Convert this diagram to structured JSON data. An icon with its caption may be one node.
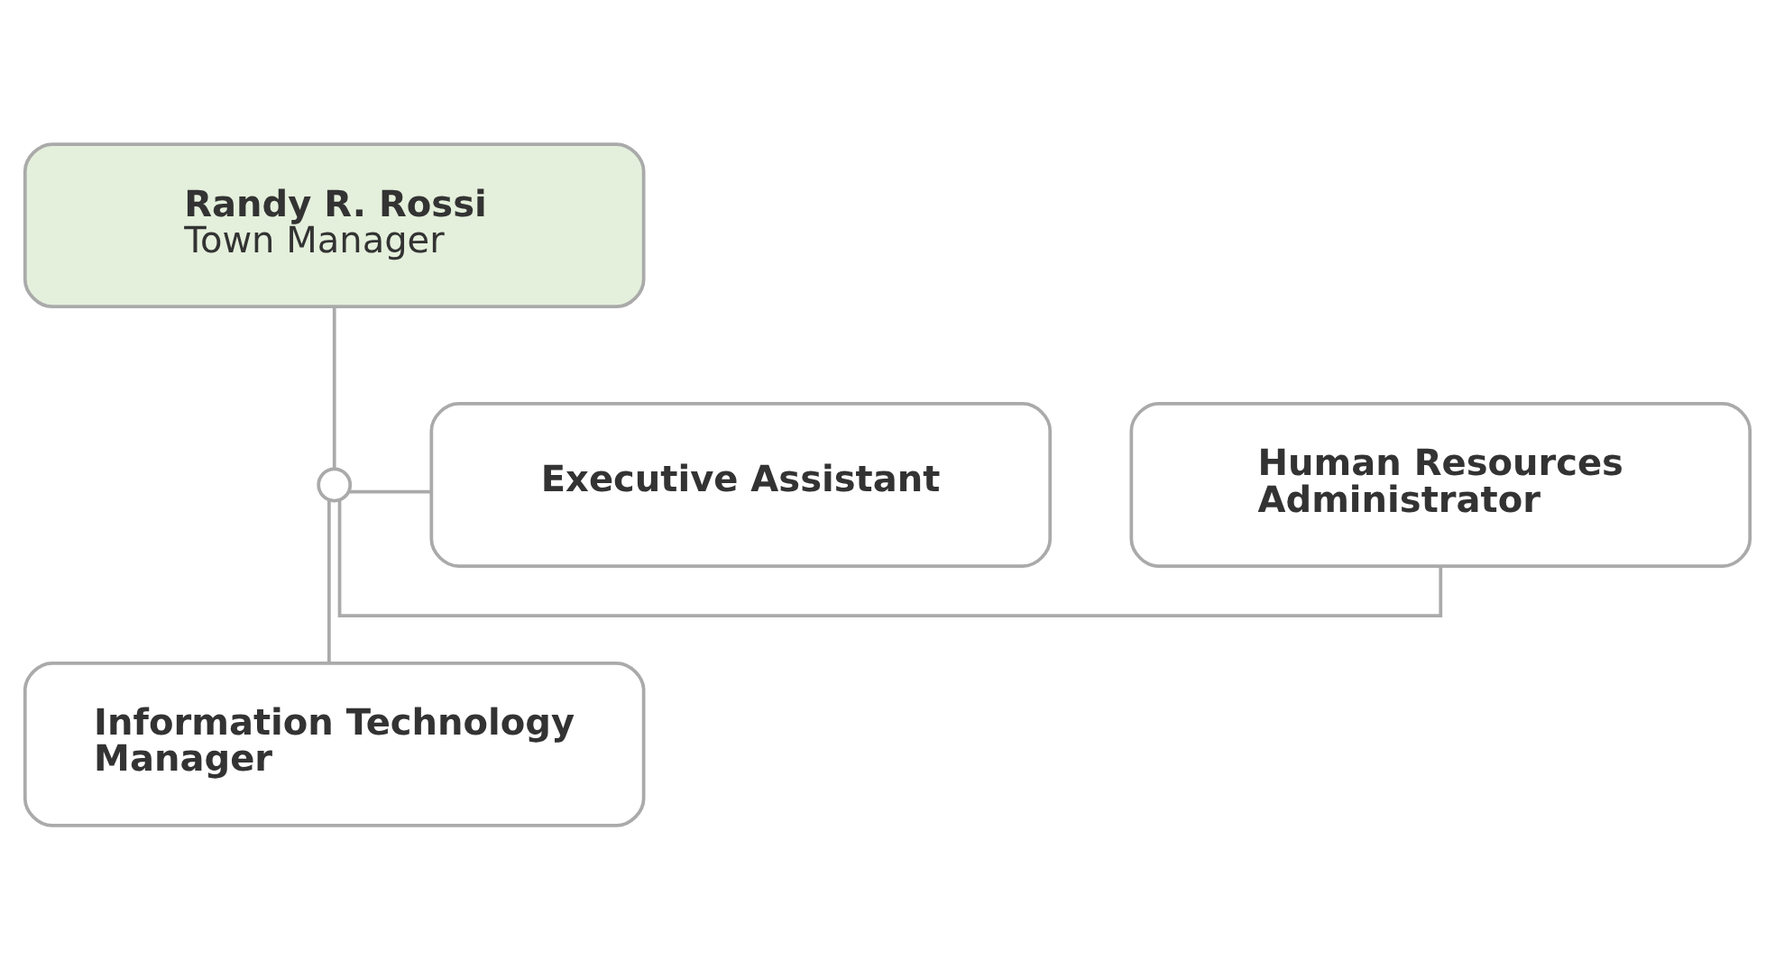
{
  "diagram": {
    "nodes": [
      {
        "text": [
          "Randy R. Rossi",
          "Town Manager"
        ]
      },
      {
        "text": [],
        "shape": "circle"
      },
      {
        "text": [
          "Executive Assistant"
        ]
      },
      {
        "text": [
          "Human Resources Administrator"
        ]
      },
      {
        "text": [
          "Information Technology Manager"
        ]
      }
    ],
    "edges": [
      {
        "from": 0,
        "to": 1,
        "arrow": "none"
      },
      {
        "from": 1,
        "to": 2,
        "arrow": "none"
      },
      {
        "from": 1,
        "to": 3,
        "arrow": "none"
      },
      {
        "from": 1,
        "to": 4,
        "arrow": "none"
      }
    ]
  }
}
